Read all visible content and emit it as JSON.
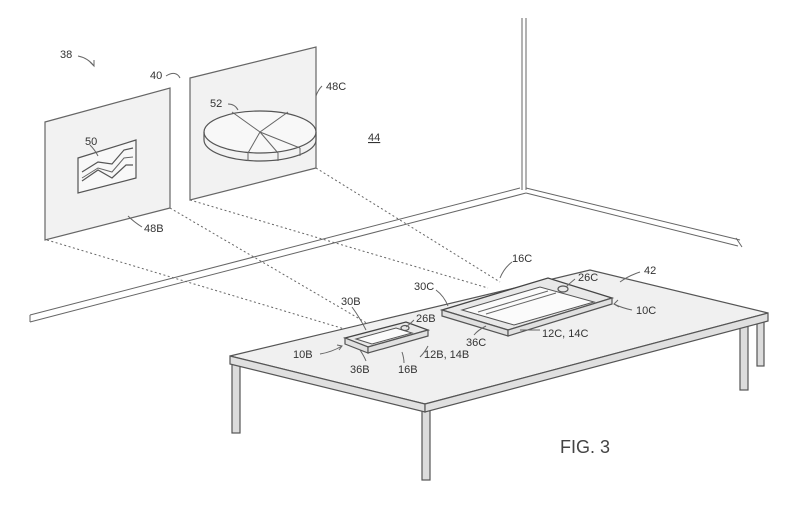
{
  "figure": {
    "caption": "FIG. 3",
    "labels": {
      "l38": "38",
      "l40": "40",
      "l48c": "48C",
      "l52": "52",
      "l44": "44",
      "l50": "50",
      "l48b": "48B",
      "l16c": "16C",
      "l42": "42",
      "l30c": "30C",
      "l26c": "26C",
      "l10c": "10C",
      "l30b": "30B",
      "l26b": "26B",
      "l36c": "36C",
      "l12c14c": "12C, 14C",
      "l10b": "10B",
      "l12b14b": "12B, 14B",
      "l36b": "36B",
      "l16b": "16B"
    }
  }
}
